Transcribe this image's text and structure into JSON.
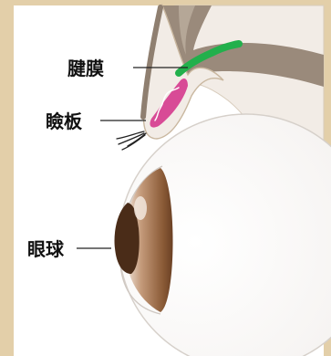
{
  "labels": {
    "tendon": "腱膜",
    "tarsus": "瞼板",
    "eyeball": "眼球"
  },
  "colors": {
    "background": "#e3cfa9",
    "panel": "#ffffff",
    "eyelid_skin": "#f2ece6",
    "eyelid_outline": "#c9b79f",
    "muscle_dark": "#8f7f70",
    "muscle_light": "#bcae9f",
    "aponeurosis": "#22b04c",
    "tarsal_plate": "#d84b96",
    "lens_brown": "#8a5a36",
    "iris_dark": "#4a2c18",
    "leader_line": "#222222",
    "label_text": "#111111"
  }
}
